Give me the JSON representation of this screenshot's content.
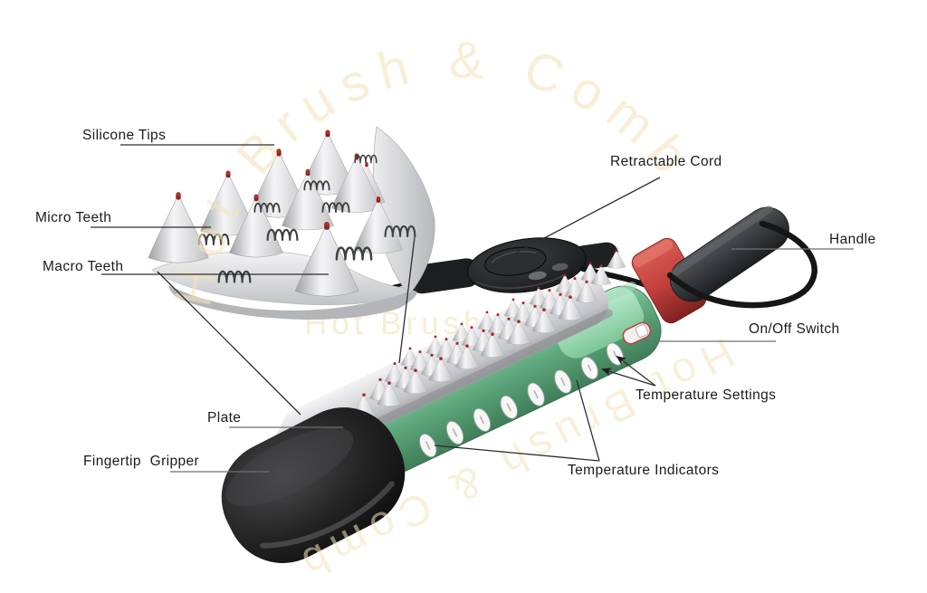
{
  "diagram": {
    "watermark": {
      "text": "Hot Brush & Comb",
      "color": "#f2e5bd"
    },
    "labels": {
      "silicone_tips": "Silicone Tips",
      "micro_teeth": "Micro Teeth",
      "macro_teeth": "Macro Teeth",
      "retractable_cord": "Retractable Cord",
      "handle": "Handle",
      "on_off_switch": "On/Off Switch",
      "temperature_settings": "Temperature Settings",
      "temperature_indicators": "Temperature Indicators",
      "plate": "Plate",
      "fingertip_gripper": "Fingertip Gripper"
    },
    "colors": {
      "body_green": "#5fa87d",
      "neck_mint": "#93d4a8",
      "band_red": "#c94b44",
      "handle_dark": "#3b3e41",
      "plate_gray": "#c9cacd",
      "silicone_tip_red": "#a32b22",
      "gripper_black": "#1c1c1c",
      "label_text": "#1b1b1b"
    }
  }
}
